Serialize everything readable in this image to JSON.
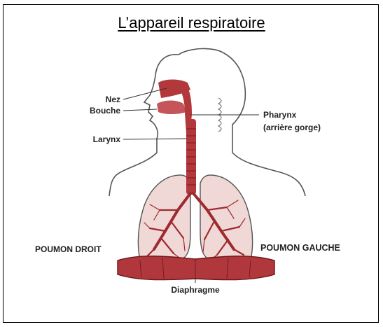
{
  "title": "L’appareil respiratoire",
  "labels": {
    "nez": "Nez",
    "bouche": "Bouche",
    "larynx": "Larynx",
    "pharynx_line1": "Pharynx",
    "pharynx_line2": "(arrière gorge)",
    "poumon_droit": "POUMON DROIT",
    "poumon_gauche": "POUMON GAUCHE",
    "diaphragme": "Diaphragme"
  },
  "colors": {
    "organ_red": "#b3383c",
    "dark_red": "#8e1f24",
    "lung_fill": "#f0d8d6",
    "outline": "#555555"
  }
}
